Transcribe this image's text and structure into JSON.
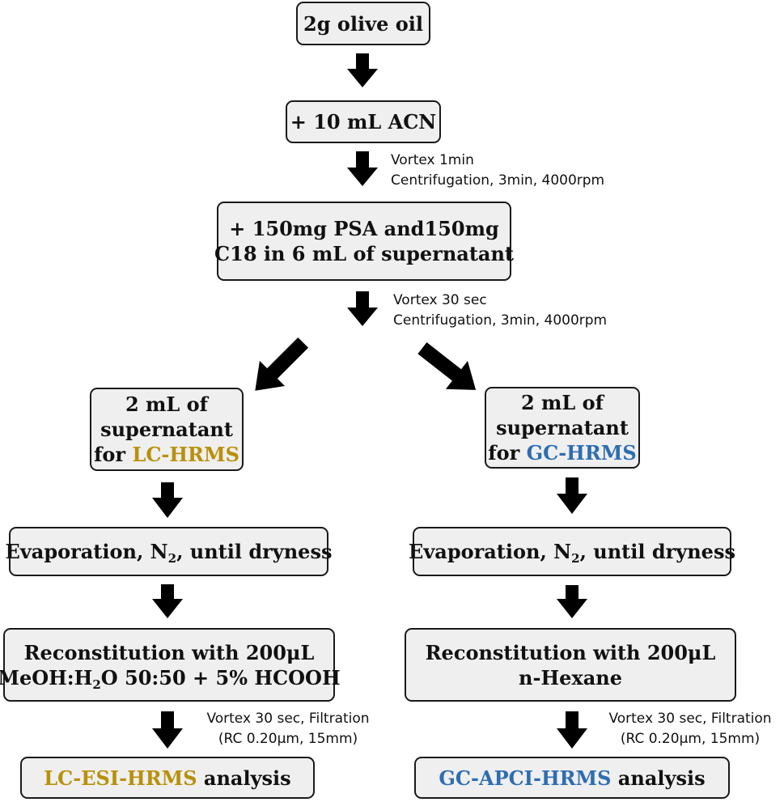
{
  "flowchart": {
    "start": "2g olive oil",
    "add_acn": "+ 10 mL ACN",
    "step1_notes": [
      "Vortex 1min",
      "Centrifugation, 3min, 4000rpm"
    ],
    "cleanup": [
      "+ 150mg PSA and150mg",
      "C18 in 6 mL of supernatant"
    ],
    "step2_notes": [
      "Vortex 30 sec",
      "Centrifugation, 3min, 4000rpm"
    ],
    "left": {
      "split_lines": [
        "2 mL of",
        "supernatant",
        "for "
      ],
      "split_accent": "LC-HRMS",
      "evap_prefix": "Evaporation, N",
      "evap_sub": "2",
      "evap_suffix": ", until dryness",
      "recon_line1": "Reconstitution with 200μL",
      "recon_line2_prefix": "MeOH:H",
      "recon_line2_sub": "2",
      "recon_line2_suffix": "O 50:50 + 5% HCOOH",
      "notes": [
        "Vortex 30 sec, Filtration",
        "(RC 0.20μm, 15mm)"
      ],
      "final_accent": "LC-ESI-HRMS",
      "final_suffix": " analysis"
    },
    "right": {
      "split_lines": [
        "2 mL of",
        "supernatant",
        "for "
      ],
      "split_accent": "GC-HRMS",
      "evap_prefix": "Evaporation, N",
      "evap_sub": "2",
      "evap_suffix": ", until dryness",
      "recon_line1": "Reconstitution with 200μL",
      "recon_line2": "n-Hexane",
      "notes": [
        "Vortex 30 sec, Filtration",
        "(RC 0.20μm, 15mm)"
      ],
      "final_accent": "GC-APCI-HRMS",
      "final_suffix": " analysis"
    },
    "colors": {
      "box_fill": "#efefef",
      "border": "#1a1a1a",
      "arrow": "#000000",
      "lc_accent": "#b8900a",
      "gc_accent": "#2e6db0"
    }
  }
}
